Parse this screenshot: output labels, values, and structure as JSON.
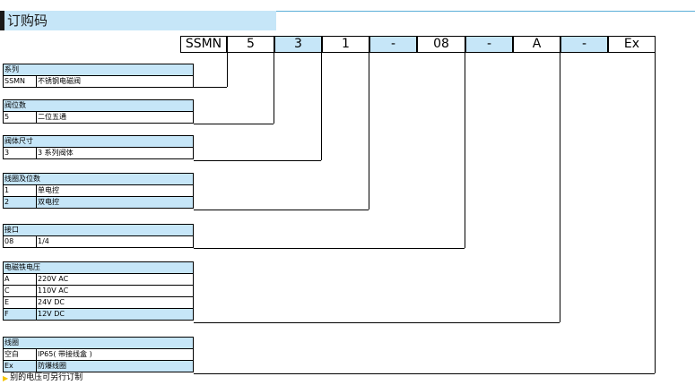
{
  "title": "订购码",
  "code": [
    "SSMN",
    "5",
    "3",
    "1",
    "-",
    "08",
    "-",
    "A",
    "-",
    "Ex"
  ],
  "tables": {
    "series": {
      "header": "系列",
      "rows": [
        {
          "code": "SSMN",
          "desc": "不锈钢电磁阀"
        }
      ]
    },
    "positions": {
      "header": "阀位数",
      "rows": [
        {
          "code": "5",
          "desc": "二位五通"
        }
      ]
    },
    "size": {
      "header": "阀体尺寸",
      "rows": [
        {
          "code": "3",
          "desc": "3 系列阀体"
        }
      ]
    },
    "coil_count": {
      "header": "线圈及位数",
      "rows": [
        {
          "code": "1",
          "desc": "单电控"
        },
        {
          "code": "2",
          "desc": "双电控"
        }
      ]
    },
    "port": {
      "header": "接口",
      "rows": [
        {
          "code": "08",
          "desc": "1/4"
        }
      ]
    },
    "voltage": {
      "header": "电磁铁电压",
      "rows": [
        {
          "code": "A",
          "desc": "220V AC"
        },
        {
          "code": "C",
          "desc": "110V AC"
        },
        {
          "code": "E",
          "desc": "24V DC"
        },
        {
          "code": "F",
          "desc": "12V DC"
        }
      ]
    },
    "coil": {
      "header": "线圈",
      "rows": [
        {
          "code": "空白",
          "desc": "IP65( 带接线盒 )"
        },
        {
          "code": "Ex",
          "desc": "防爆线圈"
        }
      ]
    }
  },
  "note": "别的电压可另行订制",
  "colors": {
    "accent_blue": "#c6e6f8",
    "rule_blue": "#5aaed8",
    "note_arrow": "#f5c400"
  }
}
